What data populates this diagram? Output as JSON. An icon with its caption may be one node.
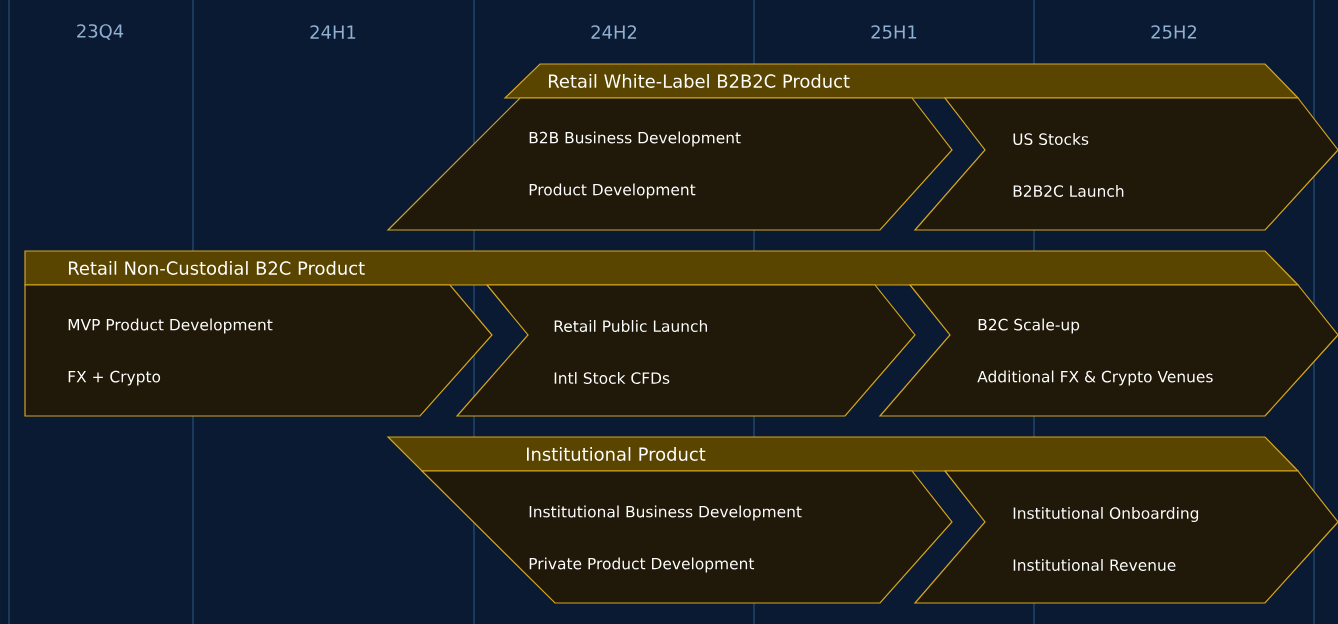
{
  "diagram": {
    "nodes": [
      {
        "text": [
          "Retail White-Label B2B2C Product"
        ]
      },
      {
        "text": [
          "B2B Business Development",
          "Product Development"
        ]
      },
      {
        "text": [
          "US Stocks",
          "B2B2C Launch"
        ]
      },
      {
        "text": [
          "Retail Non-Custodial B2C Product"
        ]
      },
      {
        "text": [
          "MVP Product Development",
          "FX + Crypto"
        ]
      },
      {
        "text": [
          "Retail Public Launch",
          "Intl Stock CFDs"
        ]
      },
      {
        "text": [
          "B2C Scale-up",
          "Additional FX & Crypto Venues"
        ]
      },
      {
        "text": [
          "Institutional Product"
        ]
      },
      {
        "text": [
          "Institutional Business Development",
          "Private Product Development"
        ]
      },
      {
        "text": [
          "Institutional Onboarding",
          "Institutional Revenue"
        ]
      }
    ],
    "labels": [
      "23Q4",
      "24H1",
      "24H2",
      "25H1",
      "25H2"
    ]
  }
}
